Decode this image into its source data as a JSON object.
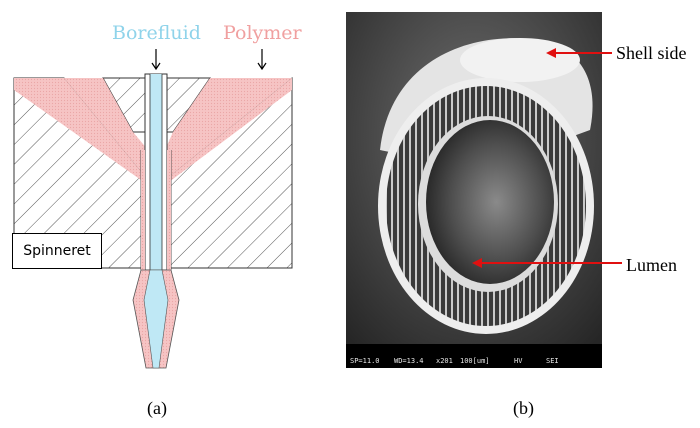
{
  "panel_a": {
    "borefluid_label": "Borefluid",
    "polymer_label": "Polymer",
    "spinneret_label": "Spinneret",
    "caption": "(a)",
    "colors": {
      "borefluid": "#8fd3ea",
      "polymer": "#f0a0a0",
      "hatch": "#555555"
    }
  },
  "panel_b": {
    "shell_side_label": "Shell side",
    "lumen_label": "Lumen",
    "caption": "(b)",
    "arrow_color": "#e01010",
    "sem_info": {
      "sp": "SP=11.0",
      "wd": "WD=13.4",
      "mag": "x201",
      "scale": "100[um]",
      "hv": "HV",
      "sei": "SEI"
    }
  }
}
